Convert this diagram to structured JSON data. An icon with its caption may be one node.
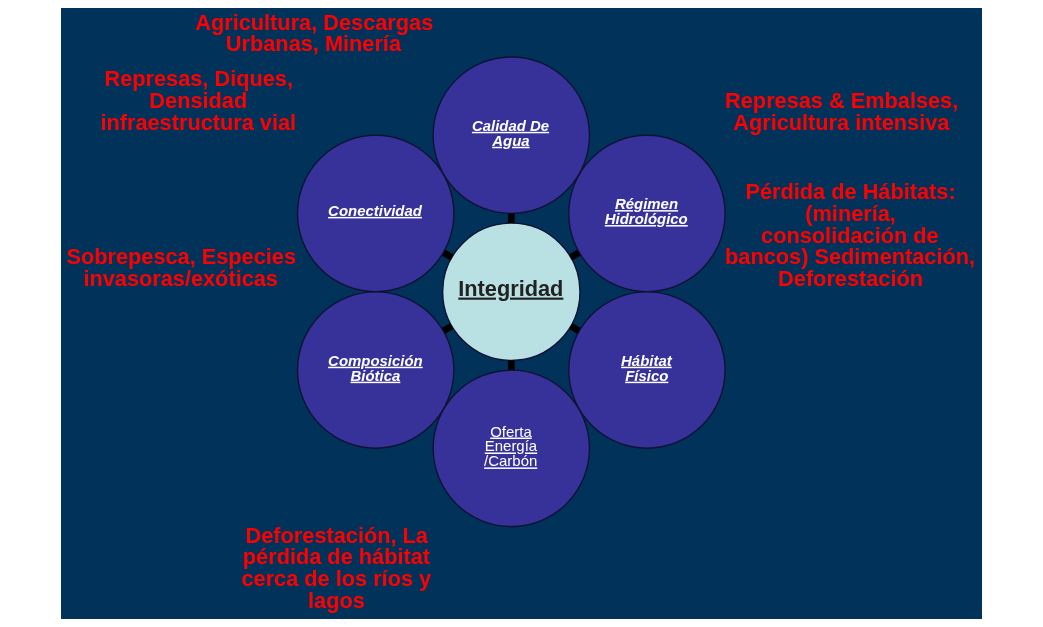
{
  "diagram": {
    "nodes": [
      {
        "text": [
          "Integridad"
        ]
      },
      {
        "text": [
          "Régimen Hidrológico"
        ],
        "beside": [
          "Represas & Embalses, Agricultura intensiva"
        ]
      },
      {
        "text": [
          "Calidad De Agua"
        ],
        "beside": [
          "Agricultura, Descargas Urbanas, Minería"
        ]
      },
      {
        "text": [
          "Conectividad"
        ],
        "beside": [
          "Represas, Diques, Densidad infraestructura vial"
        ]
      },
      {
        "text": [
          "Composición Biótica"
        ],
        "beside": [
          "Sobrepesca, Especies invasoras/exóticas"
        ]
      },
      {
        "text": [
          "Oferta Energía /Carbón"
        ],
        "beside": [
          "Deforestación, La pérdida de hábitat cerca de los ríos y lagos"
        ]
      },
      {
        "text": [
          "Hábitat Físico"
        ],
        "beside": [
          "Pérdida de Hábitats: (minería, consolidación de bancos) Sedimentación, Deforestación"
        ]
      }
    ],
    "edges": [
      {
        "from": 0,
        "to": 1,
        "arrow": "none"
      },
      {
        "from": 0,
        "to": 2,
        "arrow": "none"
      },
      {
        "from": 0,
        "to": 3,
        "arrow": "none"
      },
      {
        "from": 0,
        "to": 4,
        "arrow": "none"
      },
      {
        "from": 0,
        "to": 5,
        "arrow": "none"
      },
      {
        "from": 0,
        "to": 6,
        "arrow": "none"
      }
    ]
  }
}
